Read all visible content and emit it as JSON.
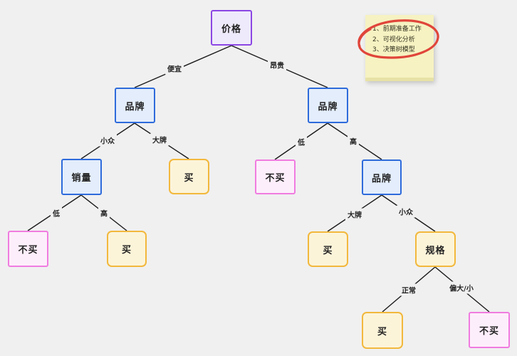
{
  "diagram": {
    "type": "decision-tree",
    "nodes": [
      {
        "label": "价格",
        "kind": "purple"
      },
      {
        "label": "品牌",
        "kind": "blue"
      },
      {
        "label": "品牌",
        "kind": "blue"
      },
      {
        "label": "销量",
        "kind": "blue"
      },
      {
        "label": "买",
        "kind": "yellow"
      },
      {
        "label": "不买",
        "kind": "pink"
      },
      {
        "label": "品牌",
        "kind": "blue"
      },
      {
        "label": "不买",
        "kind": "pink"
      },
      {
        "label": "买",
        "kind": "yellow"
      },
      {
        "label": "买",
        "kind": "yellow"
      },
      {
        "label": "规格",
        "kind": "yellow"
      },
      {
        "label": "买",
        "kind": "yellow"
      },
      {
        "label": "不买",
        "kind": "pink"
      }
    ],
    "edges": [
      {
        "label": "便宜"
      },
      {
        "label": "昂贵"
      },
      {
        "label": "小众"
      },
      {
        "label": "大牌"
      },
      {
        "label": "低"
      },
      {
        "label": "高"
      },
      {
        "label": "低"
      },
      {
        "label": "高"
      },
      {
        "label": "大牌"
      },
      {
        "label": "小众"
      },
      {
        "label": "正常"
      },
      {
        "label": "偏大/小"
      }
    ]
  },
  "sticky_note": {
    "lines": [
      "1、前期准备工作",
      "2、可视化分析",
      "3、决策树模型"
    ]
  },
  "colors": {
    "background": "#f0f0f0",
    "purple_border": "#8b46e4",
    "blue_border": "#2e6bdb",
    "yellow_border": "#f2b83c",
    "pink_border": "#f07ce0",
    "note_fill": "#f6f2c2",
    "annotation_red": "#e0453a",
    "edge_line": "#1b1b1b"
  }
}
